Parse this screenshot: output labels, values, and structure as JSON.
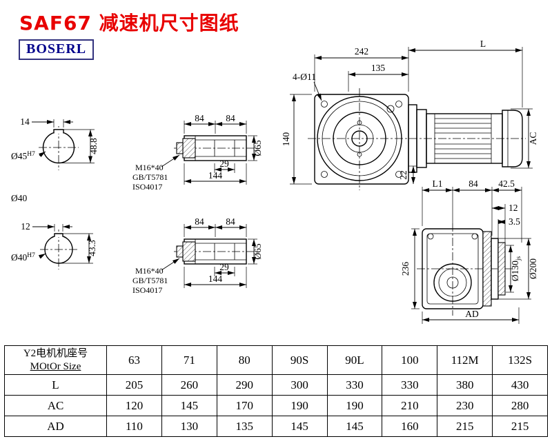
{
  "title": "SAF67 减速机尺寸图纸",
  "logo": "BOSERL",
  "front_view": {
    "dim_width": "242",
    "dim_motor_length": "L",
    "dim_flange": "135",
    "holes_note": "4-Ø11",
    "dim_height": "140",
    "dim_foot": "22",
    "dim_motor_dia": "AC"
  },
  "side_view": {
    "dim_l1": "L1",
    "dim_84": "84",
    "dim_42_5": "42.5",
    "dim_12": "12",
    "dim_3_5": "3.5",
    "dim_height": "236",
    "dim_spigot": "Ø130",
    "dim_spigot_tol": "js",
    "dim_flange_dia": "Ø200",
    "dim_base": "AD"
  },
  "shaft_end_top": {
    "dim_key_width": "14",
    "dim_bore": "Ø45",
    "dim_bore_tol": "H7",
    "dim_key_height": "48.8",
    "label_shaft_dia": "Ø40"
  },
  "shaft_end_bottom": {
    "dim_key_width": "12",
    "dim_bore": "Ø40",
    "dim_bore_tol": "H7",
    "dim_key_height": "43.3"
  },
  "hollow_shaft_top": {
    "dim_seg1": "84",
    "dim_seg2": "84",
    "dim_depth": "29",
    "dim_length": "144",
    "dim_outer": "Ø65",
    "label_bolt": "M16*40",
    "label_std_gb": "GB/T5781",
    "label_std_iso": "ISO4017"
  },
  "hollow_shaft_bottom": {
    "dim_seg1": "84",
    "dim_seg2": "84",
    "dim_depth": "29",
    "dim_length": "144",
    "dim_outer": "Ø65",
    "label_bolt": "M16*40",
    "label_std_gb": "GB/T5781",
    "label_std_iso": "ISO4017"
  },
  "table": {
    "label_cn": "Y2电机机座号",
    "label_en": "MOtOr Size",
    "motor_sizes": [
      "63",
      "71",
      "80",
      "90S",
      "90L",
      "100",
      "112M",
      "132S"
    ],
    "rows": [
      {
        "label": "L",
        "values": [
          "205",
          "260",
          "290",
          "300",
          "330",
          "330",
          "380",
          "430"
        ]
      },
      {
        "label": "AC",
        "values": [
          "120",
          "145",
          "170",
          "190",
          "190",
          "210",
          "230",
          "280"
        ]
      },
      {
        "label": "AD",
        "values": [
          "110",
          "130",
          "135",
          "145",
          "145",
          "160",
          "215",
          "215"
        ]
      }
    ]
  }
}
